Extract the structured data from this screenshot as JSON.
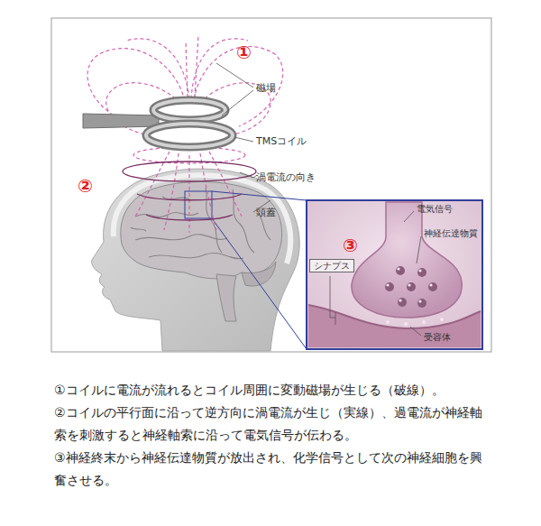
{
  "diagram": {
    "nodes": [
      {
        "text": [
          "シナプス"
        ]
      }
    ],
    "labels": [
      "①",
      "磁場",
      "TMSコイル",
      "渦電流の向き",
      "②",
      "頭蓋",
      "電気信号",
      "神経伝達物質",
      "③",
      "受容体",
      "①コイルに電流が流れるとコイル周囲に変動磁場が生じる（破線）。",
      "②コイルの平行面に沿って逆方向に渦電流が生じ（実線）、過電流が神経軸索を刺激すると神経軸索に沿って電気信号が伝わる。",
      "③神経終末から神経伝達物質が放出され、化学信号として次の神経細胞を興奮させる。"
    ]
  }
}
